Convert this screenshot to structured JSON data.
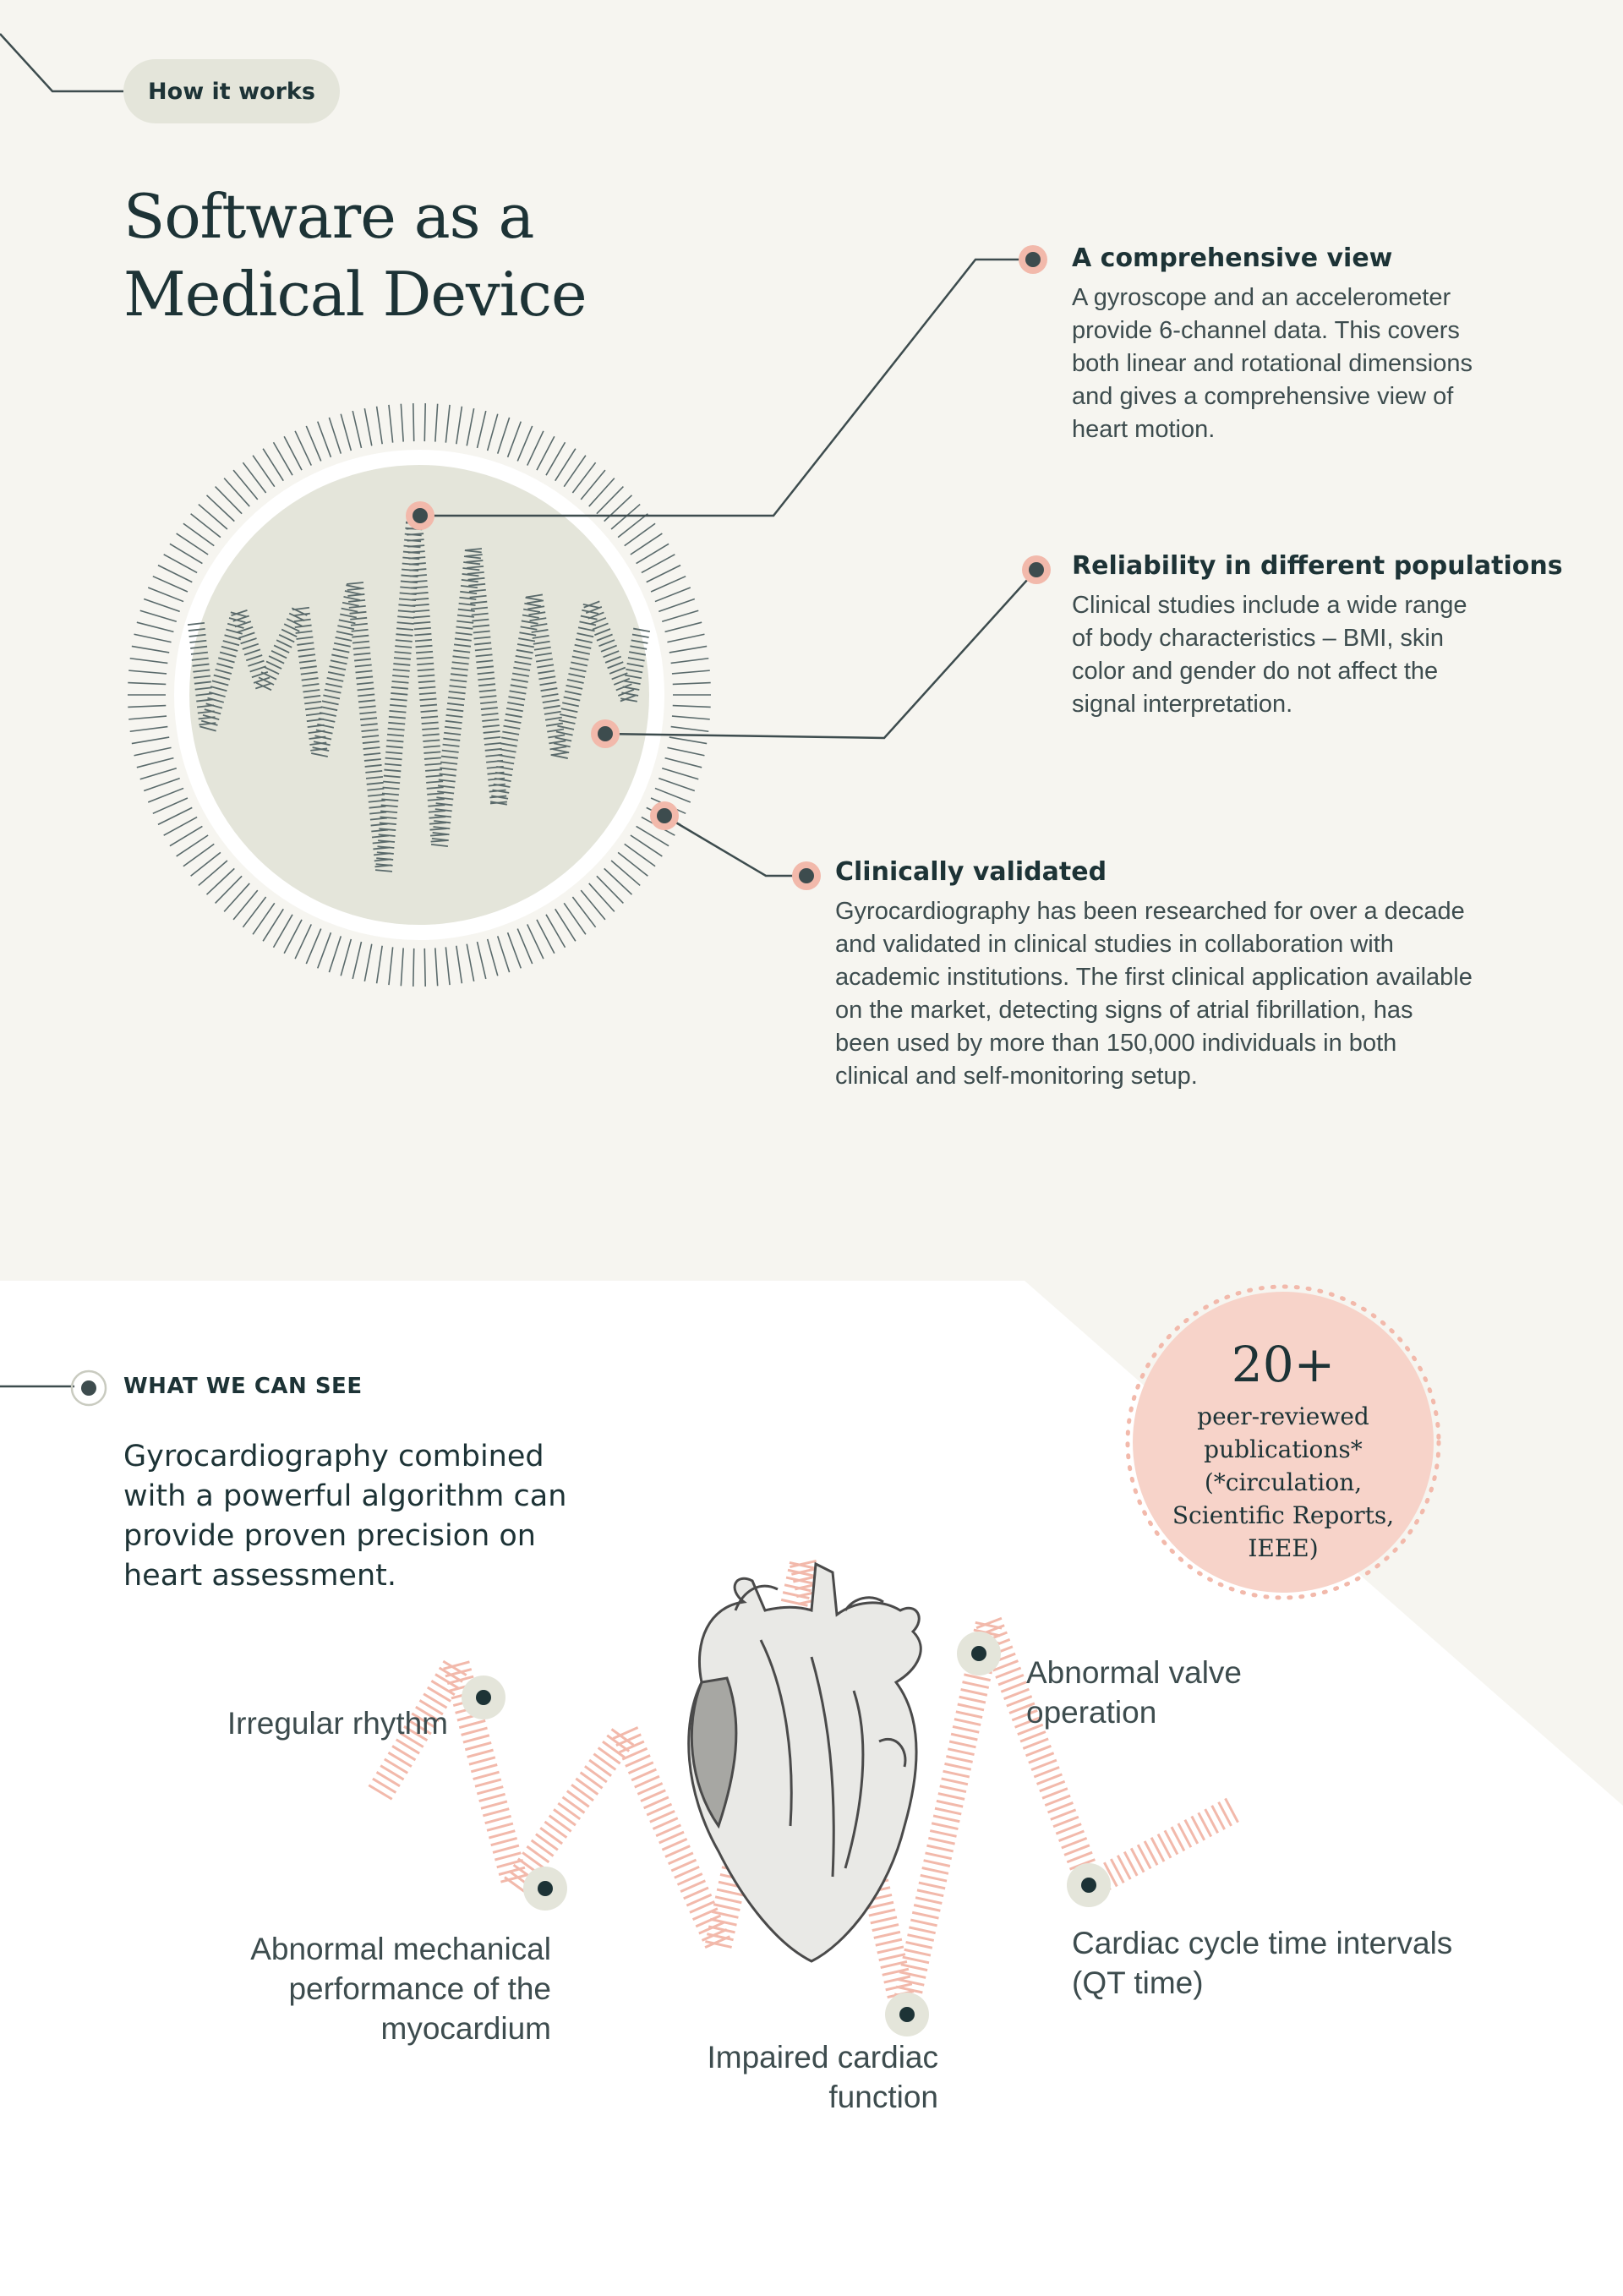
{
  "header": {
    "pill": "How it works",
    "title_line1": "Software as a",
    "title_line2": "Medical Device"
  },
  "features": [
    {
      "title": "A comprehensive view",
      "text": [
        "A gyroscope and an accelerometer",
        "provide 6-channel data. This covers",
        "both linear and rotational dimensions",
        "and gives a comprehensive view of",
        "heart motion."
      ]
    },
    {
      "title": "Reliability in different populations",
      "text": [
        "Clinical studies include a wide range",
        "of body characteristics – BMI, skin",
        "color and gender do not affect the",
        "signal interpretation."
      ]
    },
    {
      "title": "Clinically validated",
      "text": [
        "Gyrocardiography has been researched for over a decade",
        "and validated in clinical studies in collaboration with",
        "academic institutions. The first clinical application available",
        "on the market, detecting signs of atrial fibrillation, has",
        "been used by more than 150,000 individuals in both",
        "clinical and self-monitoring setup."
      ]
    }
  ],
  "section": {
    "label": "WHAT WE CAN SEE",
    "intro": [
      "Gyrocardiography combined",
      "with a powerful algorithm can",
      "provide proven precision on",
      "heart assessment."
    ]
  },
  "stat": {
    "number": "20+",
    "lines": [
      "peer-reviewed",
      "publications*",
      "(*circulation,",
      "Scientific Reports,",
      "IEEE)"
    ]
  },
  "findings": {
    "irregular": "Irregular rhythm",
    "mechanical": [
      "Abnormal mechanical",
      "performance of the",
      "myocardium"
    ],
    "impaired": [
      "Impaired cardiac",
      "function"
    ],
    "valve": [
      "Abnormal valve",
      "operation"
    ],
    "intervals": [
      "Cardiac cycle time intervals",
      "(QT time)"
    ]
  },
  "colors": {
    "bg": "#f6f5f0",
    "white": "#ffffff",
    "dark": "#1d3336",
    "accent": "#f2b9ab",
    "stat_fill": "#f7d3c9",
    "disc": "#e4e5da"
  }
}
